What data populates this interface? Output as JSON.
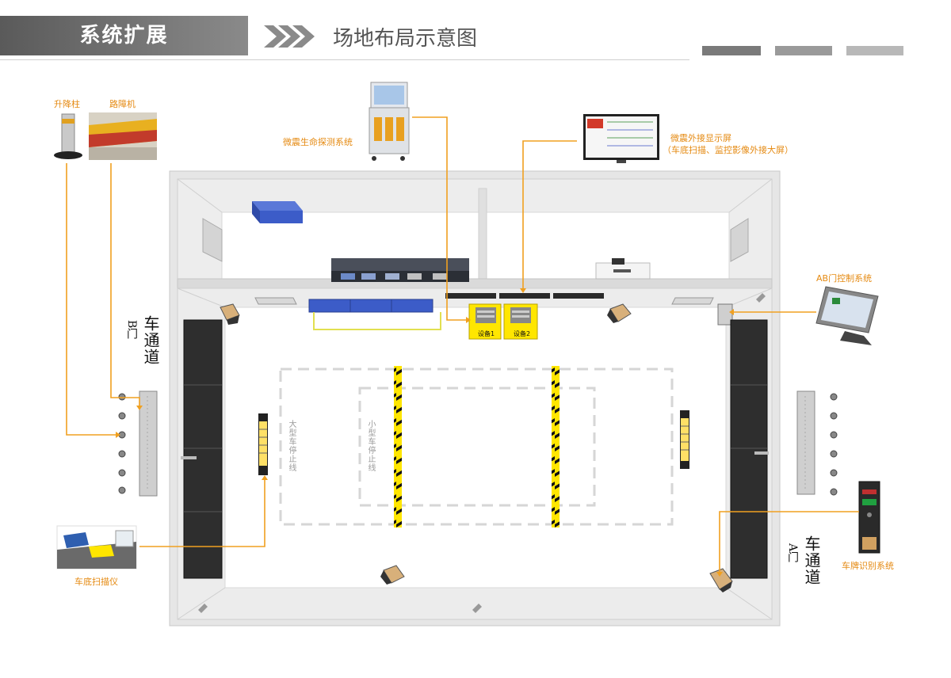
{
  "header": {
    "section_title": "系统扩展",
    "page_title": "场地布局示意图",
    "colors": {
      "bar": "#6e6e6e",
      "deco1": "#7a7a7a",
      "deco2": "#9a9a9a",
      "deco3": "#b8b8b8"
    }
  },
  "labels": {
    "bollard": "升降柱",
    "road_blocker": "路障机",
    "life_detector": "微震生命探测系统",
    "display_screen": "微震外接显示屏",
    "display_screen_note": "（车底扫描、监控影像外接大屏）",
    "ab_gate_control": "AB门控制系统",
    "under_vehicle_scanner": "车底扫描仪",
    "plate_recognition": "车牌识别系统",
    "device1": "设备1",
    "device2": "设备2",
    "large_stop_line": "大型车停止线",
    "small_stop_line": "小型车停止线",
    "lane_b": "车通道",
    "gate_b": "B门",
    "lane_a": "车通道",
    "gate_a": "A门"
  },
  "colors": {
    "accent": "#f0a020",
    "stripe": "#ffe600",
    "device_box": "#ffe600",
    "blue": "#3c5cc8"
  }
}
